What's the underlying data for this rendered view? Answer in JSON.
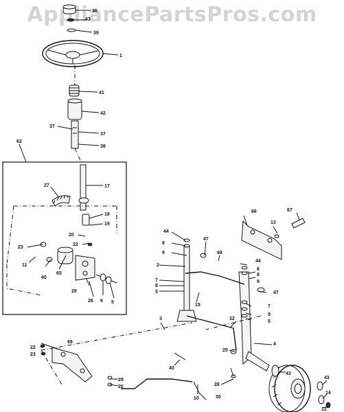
{
  "watermark": "AppliancePartsPros.com",
  "callouts": [
    {
      "id": "c36",
      "text": "36"
    },
    {
      "id": "c43",
      "text": "43"
    },
    {
      "id": "c39",
      "text": "39"
    },
    {
      "id": "c1",
      "text": "1"
    },
    {
      "id": "c41",
      "text": "41"
    },
    {
      "id": "c42",
      "text": "42"
    },
    {
      "id": "c37a",
      "text": "37"
    },
    {
      "id": "c37b",
      "text": "37"
    },
    {
      "id": "c38",
      "text": "38"
    },
    {
      "id": "c62",
      "text": "62"
    },
    {
      "id": "c27",
      "text": "27"
    },
    {
      "id": "c17",
      "text": "17"
    },
    {
      "id": "c18",
      "text": "18"
    },
    {
      "id": "c19",
      "text": "19"
    },
    {
      "id": "c20",
      "text": "20"
    },
    {
      "id": "c22",
      "text": "22"
    },
    {
      "id": "c23",
      "text": "23"
    },
    {
      "id": "c11",
      "text": "11"
    },
    {
      "id": "c40a",
      "text": "40"
    },
    {
      "id": "c65",
      "text": "65"
    },
    {
      "id": "c29a",
      "text": "29"
    },
    {
      "id": "c26",
      "text": "26"
    },
    {
      "id": "c6a",
      "text": "6"
    },
    {
      "id": "c5a",
      "text": "5"
    },
    {
      "id": "c66",
      "text": "66"
    },
    {
      "id": "c67",
      "text": "67"
    },
    {
      "id": "c13",
      "text": "13"
    },
    {
      "id": "c44a",
      "text": "44"
    },
    {
      "id": "c8a",
      "text": "8"
    },
    {
      "id": "c9a",
      "text": "9"
    },
    {
      "id": "c47a",
      "text": "47"
    },
    {
      "id": "c68",
      "text": "68"
    },
    {
      "id": "c2",
      "text": "2"
    },
    {
      "id": "c7a",
      "text": "7"
    },
    {
      "id": "c8b",
      "text": "8"
    },
    {
      "id": "c5b",
      "text": "5"
    },
    {
      "id": "c44b",
      "text": "44"
    },
    {
      "id": "c6b",
      "text": "6"
    },
    {
      "id": "c8c",
      "text": "8"
    },
    {
      "id": "c9b",
      "text": "9"
    },
    {
      "id": "c47b",
      "text": "47"
    },
    {
      "id": "c15",
      "text": "15"
    },
    {
      "id": "c7b",
      "text": "7"
    },
    {
      "id": "c9c",
      "text": "9"
    },
    {
      "id": "c5c",
      "text": "5"
    },
    {
      "id": "c3",
      "text": "3"
    },
    {
      "id": "c32",
      "text": "32"
    },
    {
      "id": "c4",
      "text": "4"
    },
    {
      "id": "c25",
      "text": "25"
    },
    {
      "id": "c68b",
      "text": "68"
    },
    {
      "id": "c22b",
      "text": "22"
    },
    {
      "id": "c23b",
      "text": "23"
    },
    {
      "id": "c40b",
      "text": "40"
    },
    {
      "id": "c43b",
      "text": "43"
    },
    {
      "id": "c29b",
      "text": "29"
    },
    {
      "id": "c20b",
      "text": "20"
    },
    {
      "id": "c10",
      "text": "10"
    },
    {
      "id": "c28",
      "text": "28"
    },
    {
      "id": "c30",
      "text": "30"
    },
    {
      "id": "c43c",
      "text": "43"
    },
    {
      "id": "c14",
      "text": "14"
    },
    {
      "id": "c12",
      "text": "12"
    }
  ]
}
